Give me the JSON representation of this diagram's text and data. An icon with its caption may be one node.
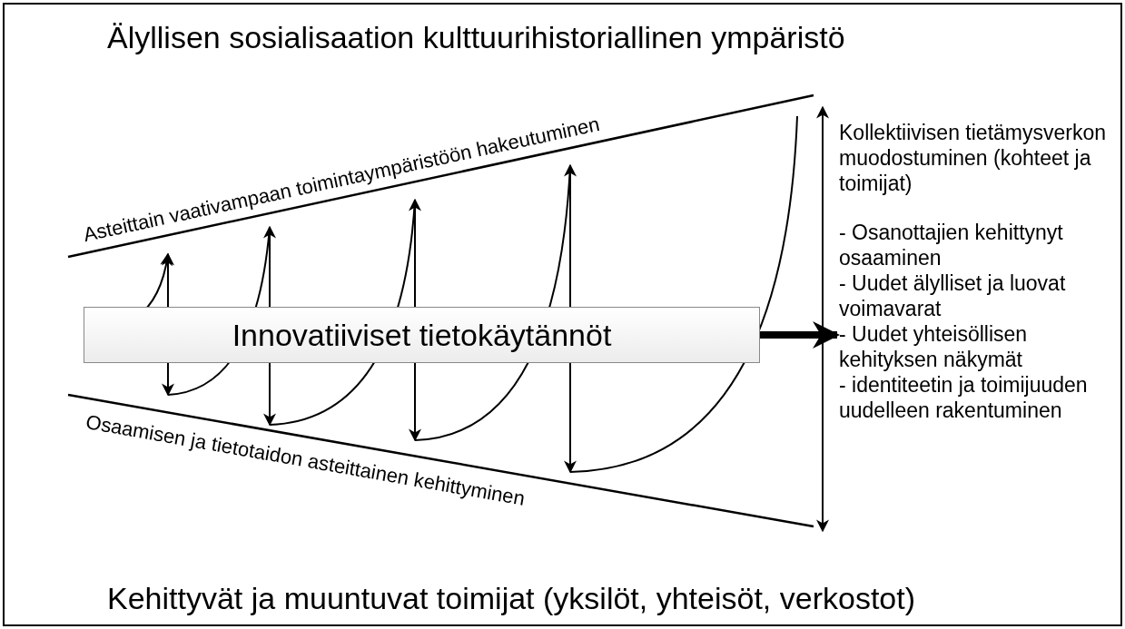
{
  "diagram": {
    "title": "Älyllisen sosialisaation kulttuurihistoriallinen ympäristö",
    "caption": "Kehittyvät ja muuntuvat toimijat (yksilöt, yhteisöt, verkostot)",
    "nodes": [
      {
        "text": [
          "Innovatiiviset tietokäytännöt"
        ]
      },
      {
        "text": [
          "Kollektiivisen tietämysverkon muodostuminen (kohteet ja toimijat)",
          "- Osanottajien kehittynyt osaaminen",
          "- Uudet älylliset ja luovat voimavarat",
          "- Uudet yhteisöllisen kehityksen näkymät",
          "- identiteetin ja toimijuuden uudelleen rakentuminen"
        ]
      }
    ],
    "edges": [
      {
        "from": 0,
        "to": 1,
        "arrow": "to"
      }
    ],
    "labels": [
      "Asteittain vaativampaan toimintaympäristöön hakeutuminen",
      "Osaamisen ja tietotaidon asteittainen kehittyminen"
    ]
  }
}
